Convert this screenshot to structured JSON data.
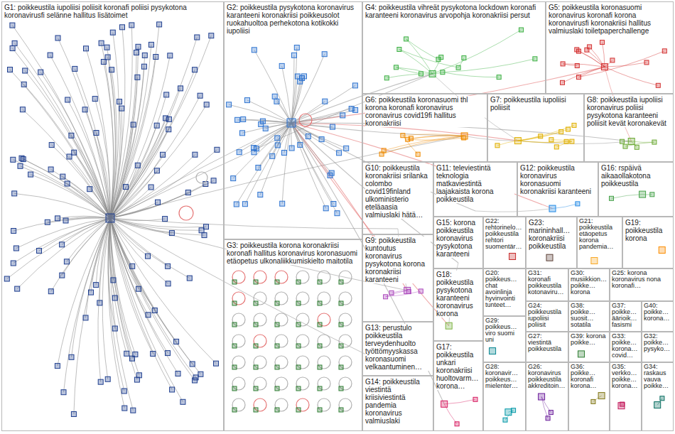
{
  "diagram": {
    "nodes": [
      {
        "text": [
          "G1: poikkeustila iupoliisi poliisit koronafi poliisi pysykotona koronavirusfi selänne hallitus lisätoimet"
        ]
      },
      {
        "text": [
          "G2: poikkeustila pysykotona koronavirus karanteeni koronakriisi poikkeusolot ruokahuoltoa perhekotona kotikokki iupoliisi"
        ]
      },
      {
        "text": [
          "G3: poikkeustila korona koronakriisi koronafi hallitus koronavirus koronasuomi etäopetus ulkonaliikkumiskielto maitotila"
        ]
      },
      {
        "text": [
          "G4: poikkeustila vihreät pysykotona lockdown koronafi karanteeni koronavirus arvopohja koronakriisi persut"
        ]
      },
      {
        "text": [
          "G5: poikkeustila koronasuomi koronavirus koronafi korona koronavirusfi koronakriisi hallitus valmiuslaki toiletpaperchallenge"
        ]
      },
      {
        "text": [
          "G6: poikkeustila koronasuomi thl korona koronafi koronavirus coronavirus covid19fi hallitus koronakriisi"
        ]
      },
      {
        "text": [
          "G7: poikkeustila iupoliisi poliisit"
        ]
      },
      {
        "text": [
          "G8: poikkeustila iupoliisi koronavirus poliisi pysykotona karanteeni poliisit kevät koronakevät"
        ]
      },
      {
        "text": [
          "G10: poikkeustila koronakriisi srilanka colombo covid19finland ulkoministerio eteläaasia valmiuslaki hätä…"
        ]
      },
      {
        "text": [
          "G11: televiestintä teknologia matkaviestintä laajakaista korona poikkeustila"
        ]
      },
      {
        "text": [
          "G12: poikkeustila koronavirus koronasuomi koronakriisi karanteeni"
        ]
      },
      {
        "text": [
          "G16: rspäivä aikaaollakotona poikkeustila"
        ]
      },
      {
        "text": [
          "G9: poikkeustila kuntoutus koronavirus pysykotona korona koronakriisi karanteeni"
        ]
      },
      {
        "text": [
          "G15: korona poikkeustila koronavirus pysykotona karanteeni"
        ]
      },
      {
        "text": [
          "G22: rehtorinelo… poikkeustila rehtori suomentär…"
        ]
      },
      {
        "text": [
          "G23: marininhall… koronakriisi poikkeustila"
        ]
      },
      {
        "text": [
          "G21: poikkeustila etäopetus korona pandemia…"
        ]
      },
      {
        "text": [
          "G19: poikkeustila korona"
        ]
      },
      {
        "text": [
          "G13: perustulo poikkeustila terveydenhuolto työttömyyskassa koronasuomi velkaantuminen…"
        ]
      },
      {
        "text": [
          "G14: poikkeustila viestintä kriisiviestintä pandemia koronavirus valmiuslaki"
        ]
      },
      {
        "text": [
          "G18: poikkeustila pysykotona karanteeni koronavirus korona"
        ]
      },
      {
        "text": [
          "G17: poikkeustila unkari koronakriisi huoltovarm… korona…"
        ]
      },
      {
        "text": [
          "G20: poikkeus… chat avoinlinja hyvinvointi tunteet…"
        ]
      },
      {
        "text": [
          "G31: koronafi poikkeustila kotonaviru…"
        ]
      },
      {
        "text": [
          "G30: musiikkion… poikke… korona"
        ]
      },
      {
        "text": [
          "G25: korona koronavirus nona koronafi…"
        ]
      },
      {
        "text": [
          "G24: poikkeustila iupoliisi poliisit"
        ]
      },
      {
        "text": [
          "G38: poikke… suosit… sotatila"
        ]
      },
      {
        "text": [
          "G37: poikke… äärioik… fasismi"
        ]
      },
      {
        "text": [
          "G40: poikke… korona…"
        ]
      },
      {
        "text": [
          "G29: poikkeus… viro suomi uni"
        ]
      },
      {
        "text": [
          "G27: viestintä poikkeustila"
        ]
      },
      {
        "text": [
          "G39: korona poikke…"
        ]
      },
      {
        "text": [
          "G33: poikke… korona… covid…"
        ]
      },
      {
        "text": [
          "G32: poikke… pysyko…"
        ]
      },
      {
        "text": [
          "G28: koronavir… poikkeus… mielenter…"
        ]
      },
      {
        "text": [
          "G26: koronavirus poikkeustila akkreditoin…"
        ]
      },
      {
        "text": [
          "G36: poikke… koronafi korona…"
        ]
      },
      {
        "text": [
          "G35: verkko… poikke… korona…"
        ]
      },
      {
        "text": [
          "G34: raskaus vauva poikke…"
        ]
      }
    ]
  }
}
